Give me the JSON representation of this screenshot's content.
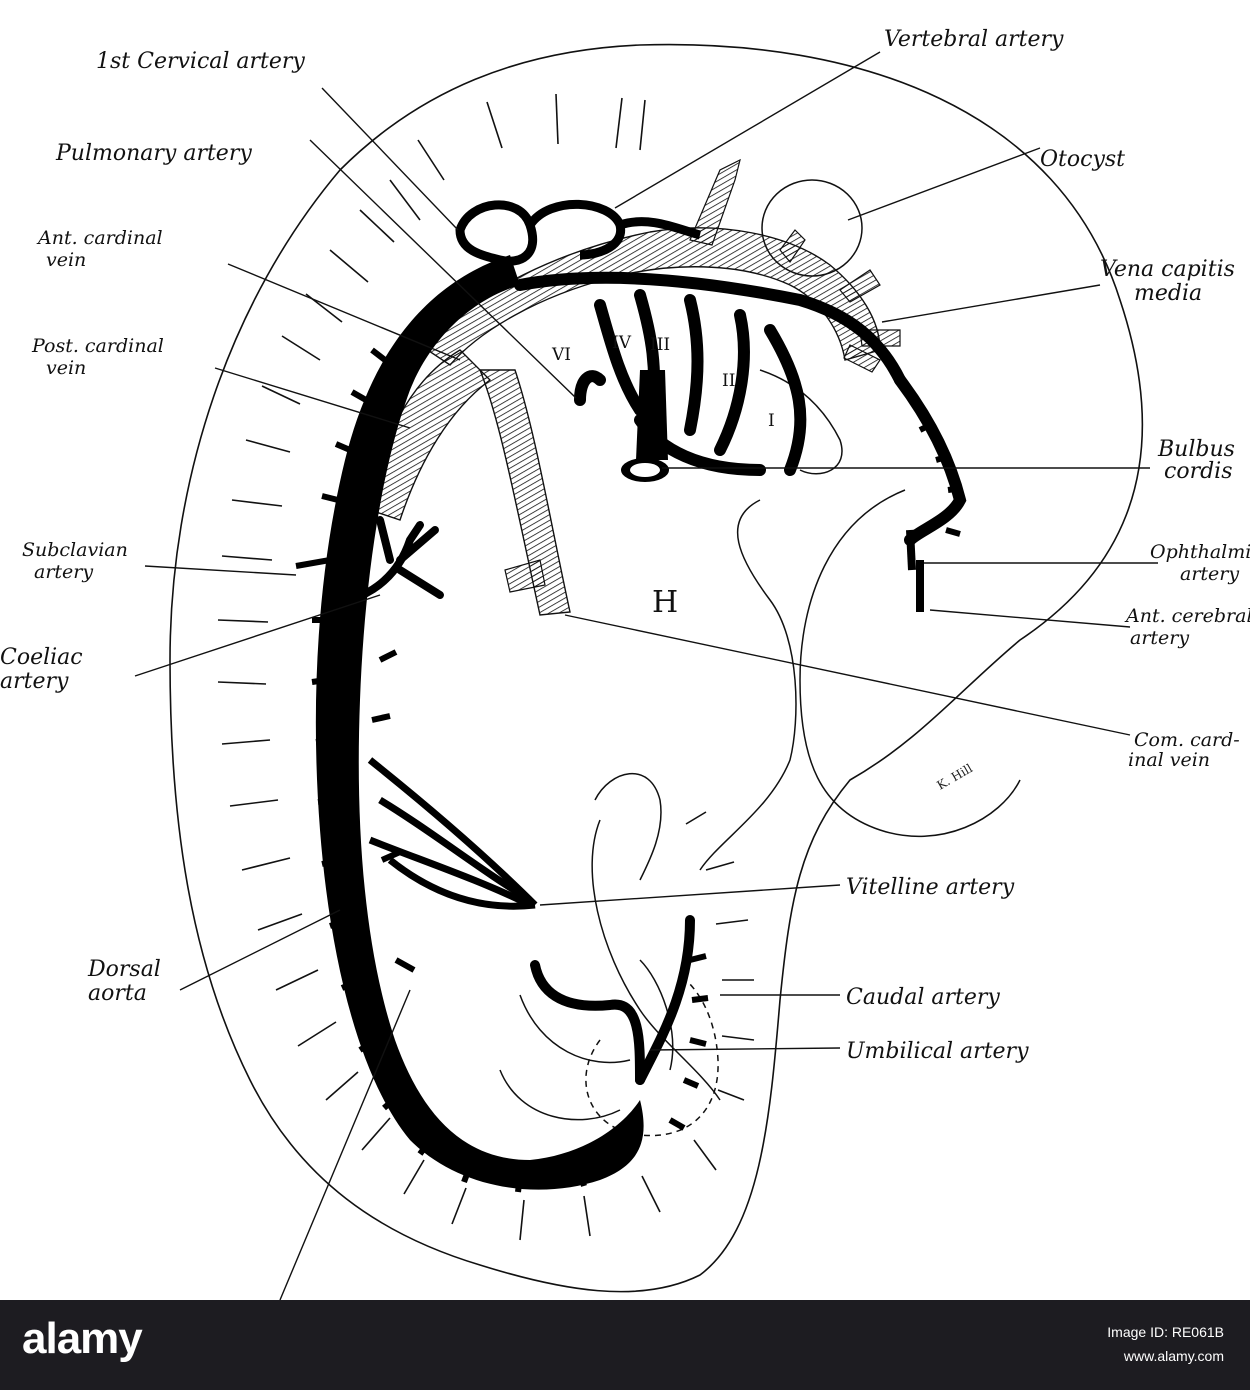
{
  "labels": {
    "first_cervical_artery": "1st Cervical artery",
    "pulmonary_artery": "Pulmonary artery",
    "ant_cardinal_vein": [
      "Ant. cardinal",
      "vein"
    ],
    "post_cardinal_vein": [
      "Post. cardinal",
      "vein"
    ],
    "subclavian_artery": [
      "Subclavian",
      "artery"
    ],
    "coeliac_artery": [
      "Coeliac",
      "artery"
    ],
    "dorsal_aorta": [
      "Dorsal",
      "aorta"
    ],
    "vertebral_artery": "Vertebral artery",
    "otocyst": "Otocyst",
    "vena_capitis_media": [
      "Vena capitis",
      "media"
    ],
    "bulbus_cordis": [
      "Bulbus",
      "cordis"
    ],
    "ophthalmic_artery": [
      "Ophthalmic",
      "artery"
    ],
    "ant_cerebral_artery": [
      "Ant. cerebral",
      "artery"
    ],
    "com_cardinal_vein": [
      "Com. card-",
      "inal vein"
    ],
    "vitelline_artery": "Vitelline artery",
    "caudal_artery": "Caudal artery",
    "umbilical_artery": "Umbilical artery"
  },
  "arch_numerals": [
    "I",
    "II",
    "III",
    "IV",
    "VI"
  ],
  "heart_letter": "H",
  "artist_signature": "K. Hill",
  "banner": {
    "brand": "alamy",
    "image_id_line": "Image ID: RE061B",
    "url": "www.alamy.com"
  },
  "colors": {
    "ink": "#111111",
    "paper": "#ffffff",
    "banner_bg": "#1d1c21",
    "banner_text": "#ffffff"
  }
}
